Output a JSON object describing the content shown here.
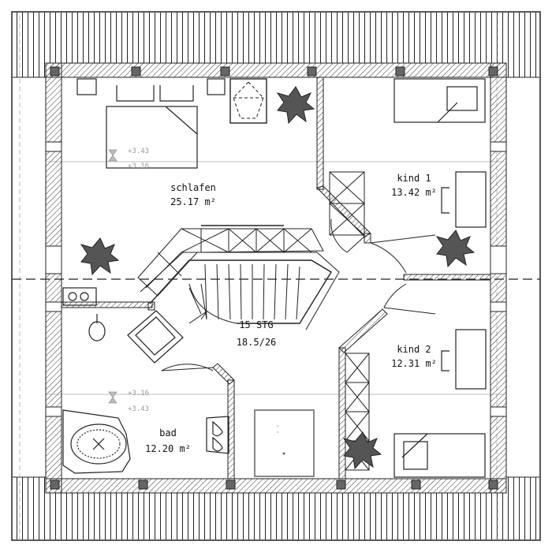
{
  "rooms": {
    "schlafen": {
      "name": "schlafen",
      "area": "25.17 m²"
    },
    "kind1": {
      "name": "kind 1",
      "area": "13.42 m²"
    },
    "kind2": {
      "name": "kind 2",
      "area": "12.31 m²"
    },
    "bad": {
      "name": "bad",
      "area": "12.20 m²"
    }
  },
  "stair": {
    "steps": "15 STG",
    "ratio": "18.5/26"
  },
  "levels": {
    "top_upper": "+3.43",
    "top_lower": "+3.16",
    "bottom_upper": "+3.16",
    "bottom_lower": "+3.43"
  }
}
